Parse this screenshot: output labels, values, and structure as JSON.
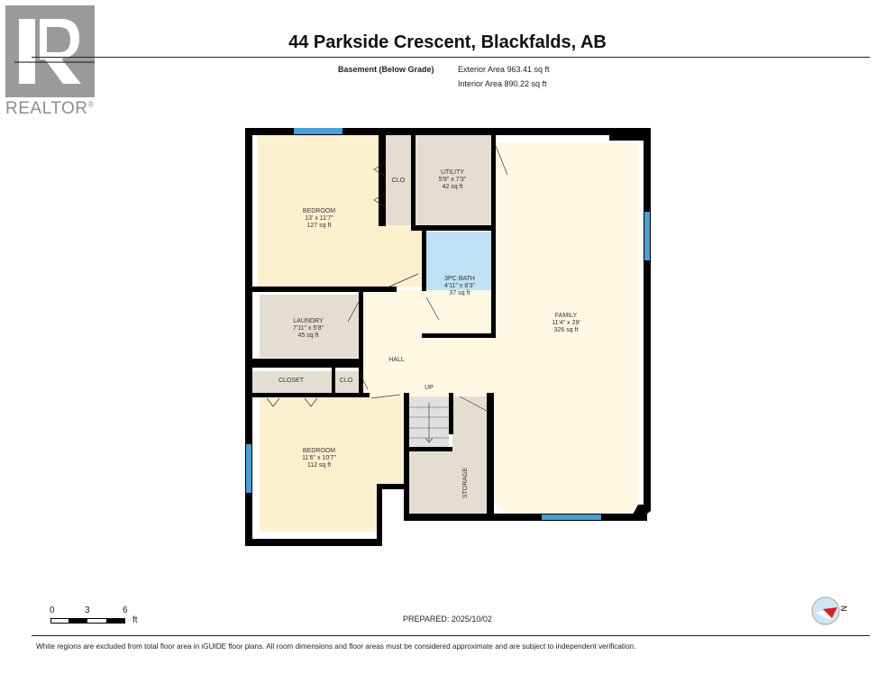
{
  "header": {
    "logo_text": "REALTOR",
    "logo_mark": "®",
    "title": "44 Parkside Crescent, Blackfalds, AB",
    "floor_name": "Basement (Below Grade)",
    "exterior_area": "Exterior Area 963.41 sq ft",
    "interior_area": "Interior Area 890.22 sq ft"
  },
  "rooms": [
    {
      "name": "BEDROOM",
      "dims": "13' x 11'7\"",
      "area": "127 sq ft"
    },
    {
      "name": "CLO"
    },
    {
      "name": "UTILITY",
      "dims": "5'9\" x 7'3\"",
      "area": "42 sq ft"
    },
    {
      "name": "3PC BATH",
      "dims": "4'11\" x 8'3\"",
      "area": "37 sq ft"
    },
    {
      "name": "FAMILY",
      "dims": "11'4\" x 29'",
      "area": "326 sq ft"
    },
    {
      "name": "LAUNDRY",
      "dims": "7'11\" x 5'8\"",
      "area": "45 sq ft"
    },
    {
      "name": "HALL"
    },
    {
      "name": "CLOSET"
    },
    {
      "name": "CLO"
    },
    {
      "name": "UP"
    },
    {
      "name": "BEDROOM",
      "dims": "11'6\" x 10'7\"",
      "area": "112 sq ft"
    },
    {
      "name": "STORAGE"
    }
  ],
  "colors": {
    "wall": "#000000",
    "bedroom": "#fdf0cf",
    "family": "#fef8e2",
    "utility": "#e6ddd2",
    "bath": "#bfe0f5",
    "window": "#4a9fd4",
    "logo": "#9a9a9a"
  },
  "footer": {
    "scale_labels": [
      "0",
      "3",
      "6"
    ],
    "scale_unit": "ft",
    "prepared": "PREPARED: 2025/10/02",
    "compass_label": "N",
    "disclaimer": "White regions are excluded from total floor area in iGUIDE floor plans. All room dimensions and floor areas must be considered approximate and are subject to independent verification."
  }
}
